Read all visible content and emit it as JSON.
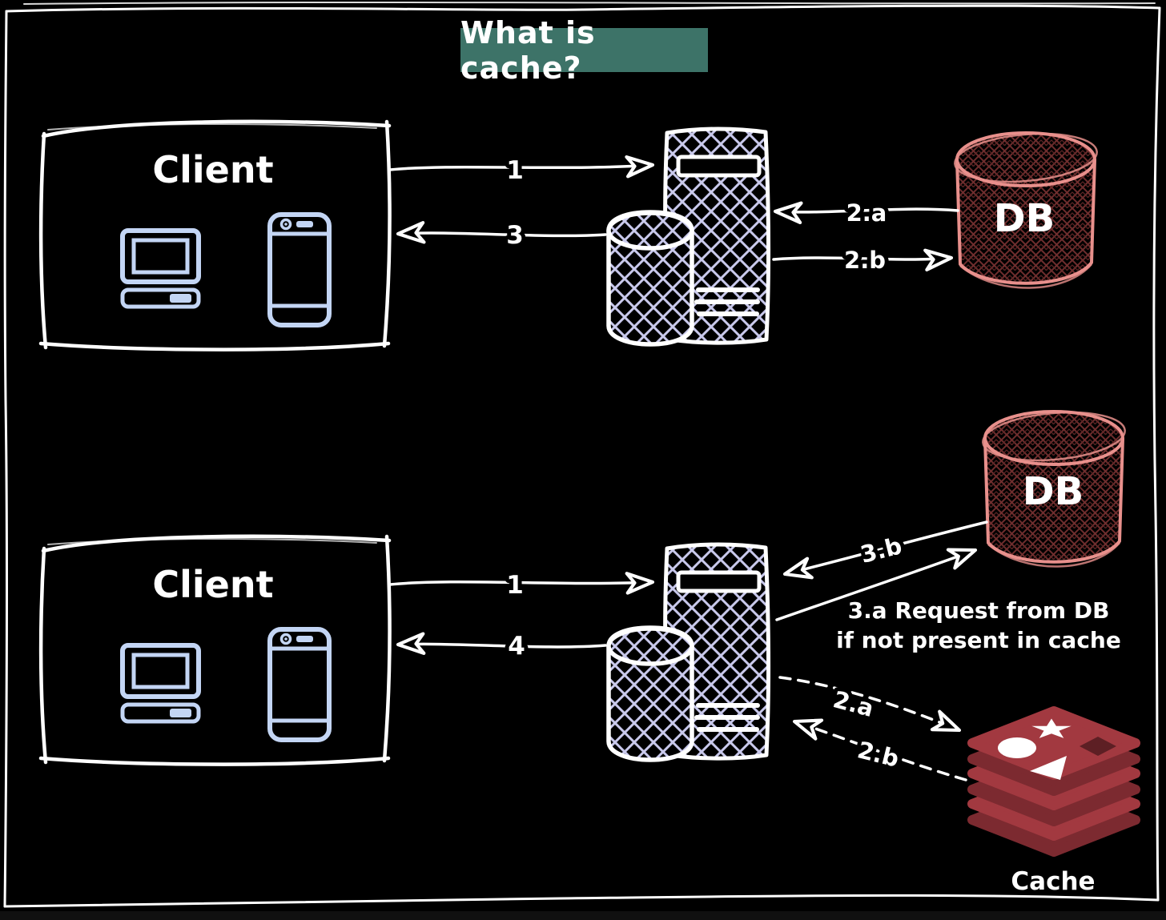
{
  "title": "What is cache?",
  "colors": {
    "background": "#000000",
    "title_bg": "#3d7368",
    "sketch_line": "#ffffff",
    "server_hatch": "#c9c9ec",
    "db_outline": "#e8908c",
    "db_hatch": "#6e2d2d",
    "client_icon_blue": "#c3d5f4",
    "redis_face_red": "#a23940",
    "redis_side_red": "#7c2a30"
  },
  "icons": {
    "client": [
      "desktop-computer-icon",
      "smartphone-icon"
    ],
    "server": "server-tower-with-cylinder-icon",
    "db": "database-cylinder-icon",
    "cache": "redis-stack-icon"
  },
  "top_flow": {
    "client_label": "Client",
    "db_label": "DB",
    "arrows": [
      {
        "label": "1",
        "from": "client",
        "to": "server"
      },
      {
        "label": "2.a",
        "from": "db",
        "to": "server"
      },
      {
        "label": "2.b",
        "from": "server",
        "to": "db"
      },
      {
        "label": "3",
        "from": "server",
        "to": "client"
      }
    ]
  },
  "bottom_flow": {
    "client_label": "Client",
    "db_label": "DB",
    "cache_label": "Cache",
    "note_line1": "3.a Request from DB",
    "note_line2": "if not present in cache",
    "arrows": [
      {
        "label": "1",
        "from": "client",
        "to": "server",
        "style": "solid"
      },
      {
        "label": "2.a",
        "from": "server",
        "to": "cache",
        "style": "dashed"
      },
      {
        "label": "2.b",
        "from": "cache",
        "to": "server",
        "style": "dashed"
      },
      {
        "label": "3.b",
        "from": "db",
        "to": "server",
        "style": "solid"
      },
      {
        "label": "4",
        "from": "server",
        "to": "client",
        "style": "solid"
      }
    ]
  }
}
